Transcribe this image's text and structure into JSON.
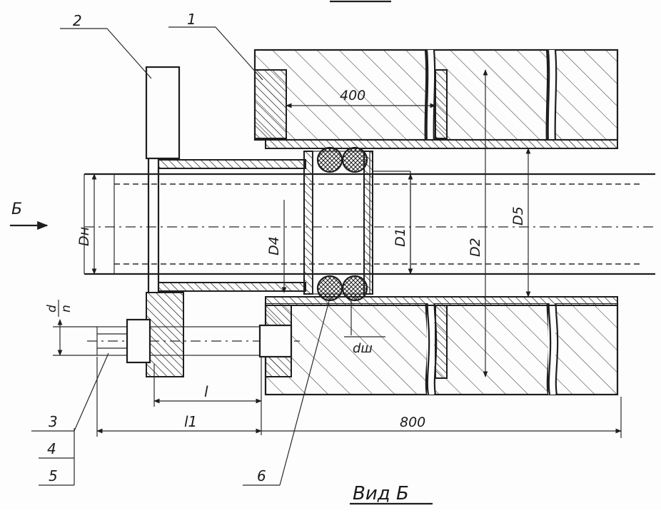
{
  "leaders": {
    "item_1": "1",
    "item_2": "2",
    "item_3": "3",
    "item_4": "4",
    "item_5": "5",
    "item_6": "6"
  },
  "dimensions": {
    "length_400": "400",
    "length_800": "800",
    "d_outer": "Dн",
    "d4": "D4",
    "d1": "D1",
    "d2": "D2",
    "d5": "D5",
    "bolt_fraction_top": "d",
    "bolt_fraction_bottom": "n",
    "cord_diameter": "dш",
    "bolt_length": "l",
    "bolt_length_1": "l1"
  },
  "view_marker": "Б",
  "view_caption": "Вид Б"
}
